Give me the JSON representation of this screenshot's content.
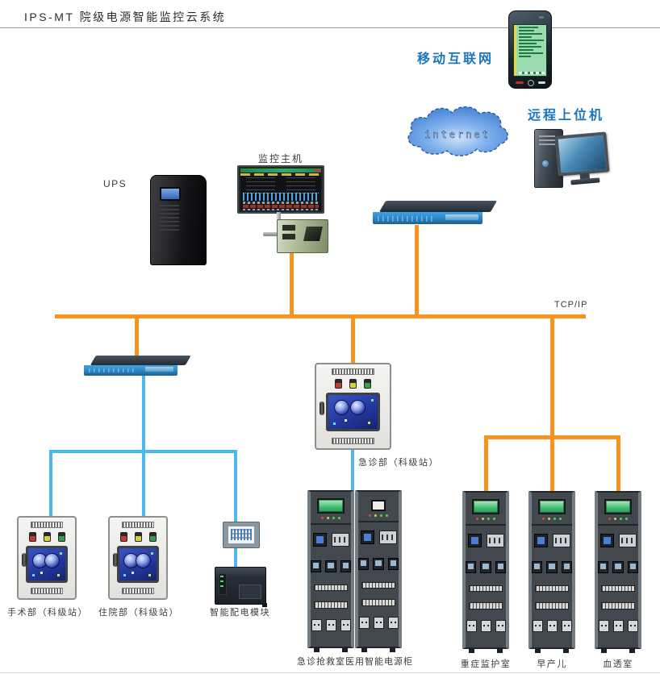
{
  "title": "IPS-MT 院级电源智能监控云系统",
  "cloud_label": "internet",
  "network": {
    "bus_label": "TCP/IP"
  },
  "nodes": {
    "mobile": {
      "label": "移动互联网"
    },
    "remote_pc": {
      "label": "远程上位机"
    },
    "monitor_host": {
      "label": "监控主机"
    },
    "ups": {
      "label": "UPS"
    },
    "emergency_station": {
      "label": "急诊部（科级站）"
    },
    "surgery_station": {
      "label": "手术部（科级站）"
    },
    "inpatient_station": {
      "label": "住院部（科级站）"
    },
    "power_module": {
      "label": "智能配电模块"
    },
    "er_cabinet": {
      "label": "急诊抢救室医用智能电源柜"
    },
    "icu": {
      "label": "重症监护室"
    },
    "premature": {
      "label": "早产儿"
    },
    "dialysis": {
      "label": "血透室"
    }
  },
  "colors": {
    "bus": "#F7941D",
    "branch": "#4DB8F0",
    "label_blue": "#1B75BC",
    "label_dark": "#3C3C3C"
  }
}
